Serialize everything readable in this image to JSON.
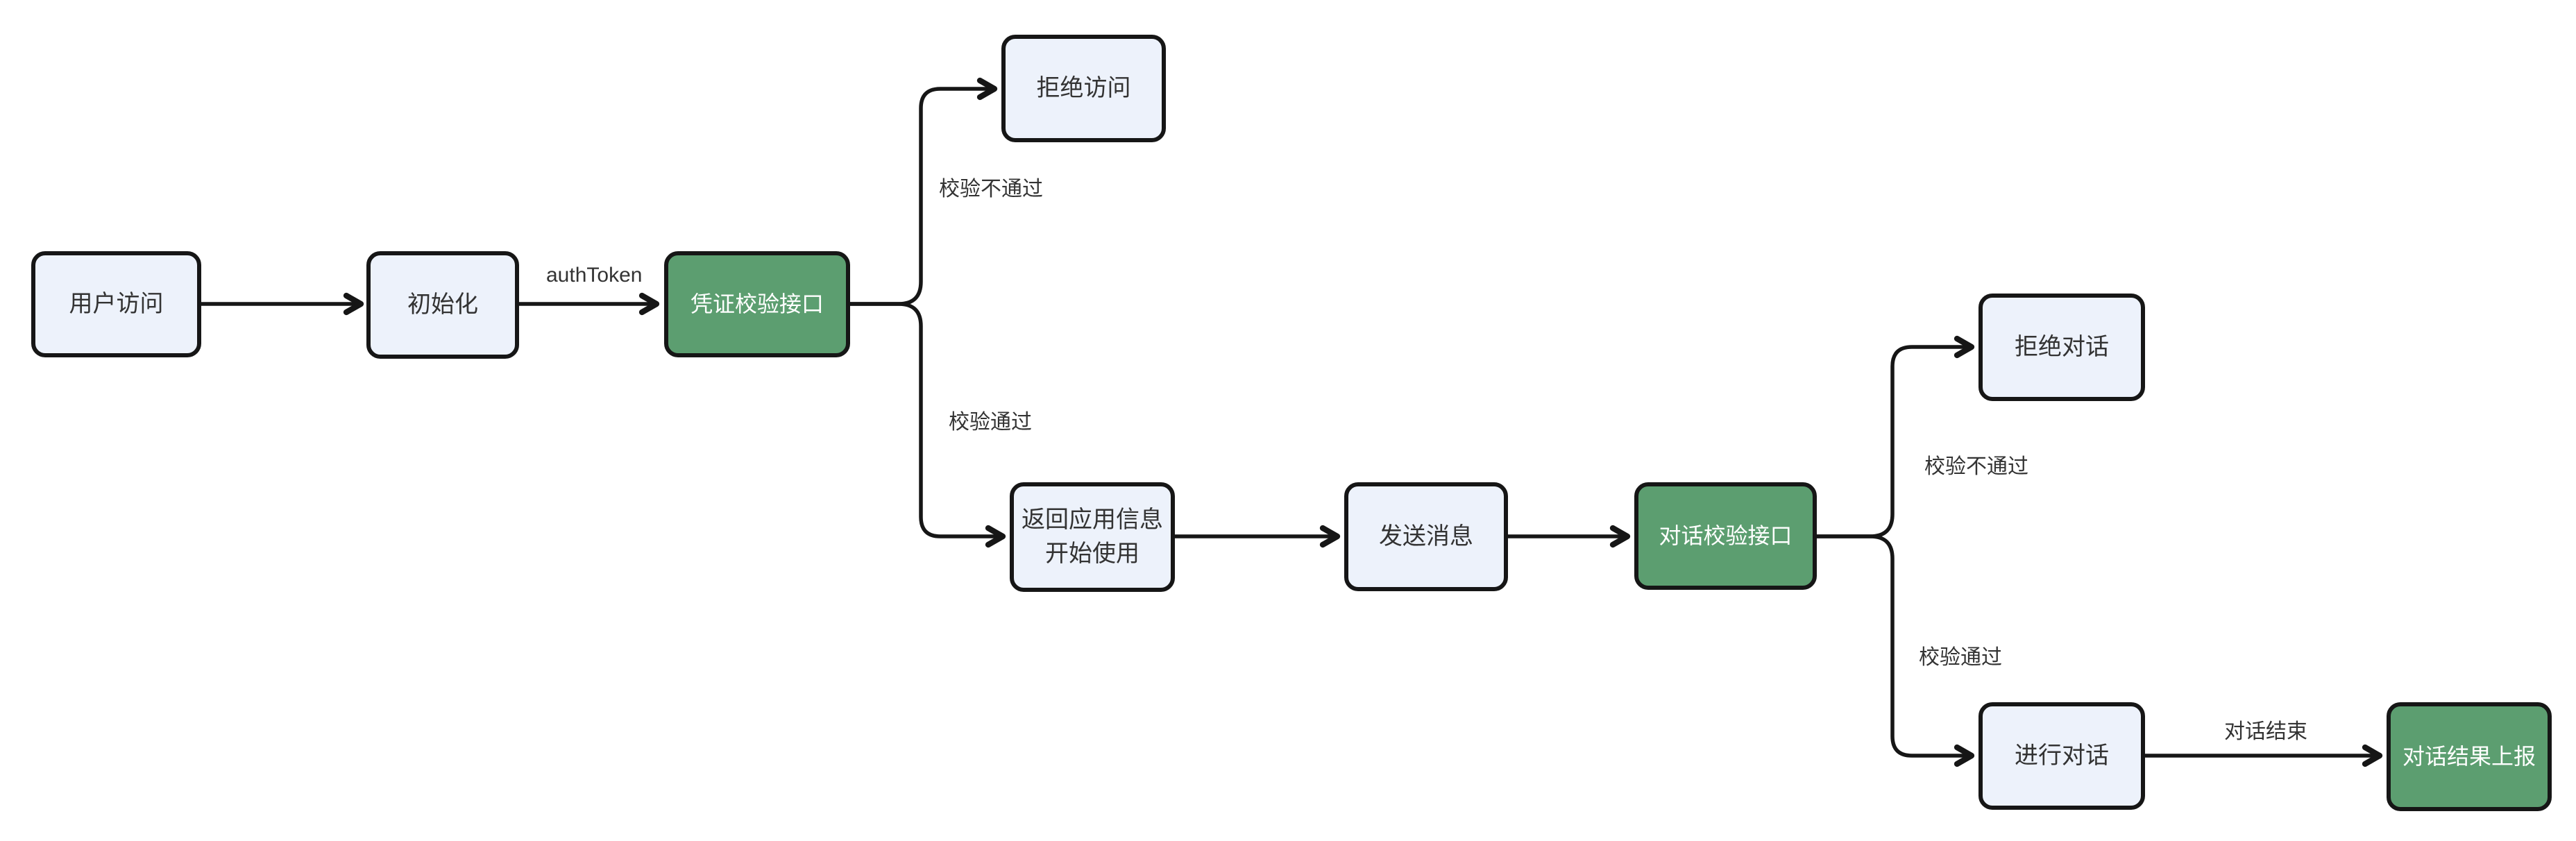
{
  "diagram": {
    "type": "flowchart",
    "background": "#ffffff",
    "colors": {
      "node_fill": "#edf2fb",
      "node_border": "#161616",
      "accent_fill": "#5c9e70",
      "line": "#161616",
      "text_dark": "#333333",
      "text_light": "#ffffff"
    },
    "nodes": [
      {
        "id": "user-access",
        "label": "用户访问",
        "variant": "default"
      },
      {
        "id": "initialize",
        "label": "初始化",
        "variant": "default"
      },
      {
        "id": "credential-check-api",
        "label": "凭证校验接口",
        "variant": "accent"
      },
      {
        "id": "deny-access",
        "label": "拒绝访问",
        "variant": "default"
      },
      {
        "id": "return-app-info",
        "label": "返回应用信息",
        "label2": "开始使用",
        "variant": "default"
      },
      {
        "id": "send-message",
        "label": "发送消息",
        "variant": "default"
      },
      {
        "id": "dialog-check-api",
        "label": "对话校验接口",
        "variant": "accent"
      },
      {
        "id": "deny-dialog",
        "label": "拒绝对话",
        "variant": "default"
      },
      {
        "id": "conduct-dialog",
        "label": "进行对话",
        "variant": "default"
      },
      {
        "id": "report-dialog-result",
        "label": "对话结果上报",
        "variant": "accent"
      }
    ],
    "edge_labels": [
      {
        "id": "authtoken",
        "text": "authToken"
      },
      {
        "id": "check-fail-1",
        "text": "校验不通过"
      },
      {
        "id": "check-pass-1",
        "text": "校验通过"
      },
      {
        "id": "check-fail-2",
        "text": "校验不通过"
      },
      {
        "id": "check-pass-2",
        "text": "校验通过"
      },
      {
        "id": "dialog-end",
        "text": "对话结束"
      }
    ],
    "edges": [
      {
        "from": "user-access",
        "to": "initialize"
      },
      {
        "from": "initialize",
        "to": "credential-check-api",
        "label": "authToken"
      },
      {
        "from": "credential-check-api",
        "to": "deny-access",
        "label": "校验不通过"
      },
      {
        "from": "credential-check-api",
        "to": "return-app-info",
        "label": "校验通过"
      },
      {
        "from": "return-app-info",
        "to": "send-message"
      },
      {
        "from": "send-message",
        "to": "dialog-check-api"
      },
      {
        "from": "dialog-check-api",
        "to": "deny-dialog",
        "label": "校验不通过"
      },
      {
        "from": "dialog-check-api",
        "to": "conduct-dialog",
        "label": "校验通过"
      },
      {
        "from": "conduct-dialog",
        "to": "report-dialog-result",
        "label": "对话结束"
      }
    ]
  }
}
